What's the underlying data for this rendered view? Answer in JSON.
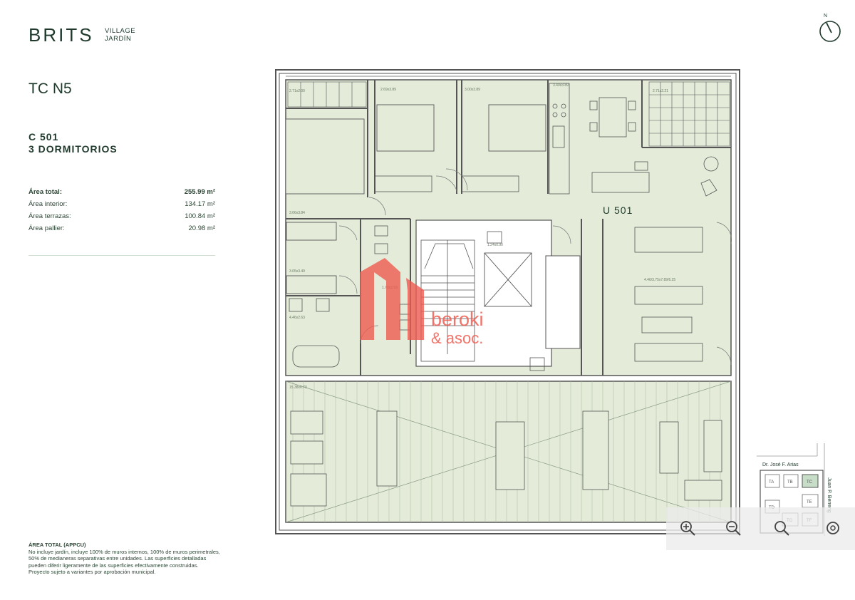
{
  "brand": {
    "logo": "BRITS",
    "sub_line1": "VILLAGE",
    "sub_line2": "JARDÍN"
  },
  "tower": "TC N5",
  "unit": {
    "code": "C 501",
    "type": "3 DORMITORIOS"
  },
  "areas": [
    {
      "label": "Área total:",
      "value": "255.99 m²"
    },
    {
      "label": "Área interior:",
      "value": "134.17 m²"
    },
    {
      "label": "Área terrazas:",
      "value": "100.84 m²"
    },
    {
      "label": "Área pallier:",
      "value": "20.98 m²"
    }
  ],
  "note": {
    "title": "ÁREA TOTAL (APPCU)",
    "text": "No incluye jardín, incluye 100% de muros internos, 100% de muros perimetrales, 50% de medianeras separativas entre unidades. Las superficies detalladas pueden diferir ligeramente de las superficies efectivamente construidas. Proyecto sujeto a variantes por aprobación municipal."
  },
  "north_label": "N",
  "plan": {
    "unit_label": "U 501",
    "room_dims": [
      "2.71x2.00",
      "2.69x3.89",
      "3.00x3.89",
      "3.40x3.89",
      "2.71x2.21",
      "3.06x3.84",
      "1.24x0.90",
      "3.05x3.49",
      "4.46x2.63",
      "1.70x2.53",
      "4.46/3.75x7.89/6.25",
      "15.38x6.70"
    ]
  },
  "keymap": {
    "street_top": "Dr. José F. Arias",
    "street_side": "Juan P. Berreng",
    "blocks": [
      "TA",
      "TB",
      "TC",
      "TE",
      "TD",
      "TF",
      "TG"
    ],
    "highlight": "TC"
  },
  "watermark": {
    "line1": "beroki",
    "line2": "& asoc."
  },
  "colors": {
    "brand": "#1f3a2c",
    "plan_fill": "#e4ecd9",
    "terrace_fill": "#e4ecd9",
    "stair_fill": "#ffffff",
    "wall": "#555555",
    "keymap_highlight": "#c8ddc8",
    "watermark": "#ee5a4f"
  }
}
